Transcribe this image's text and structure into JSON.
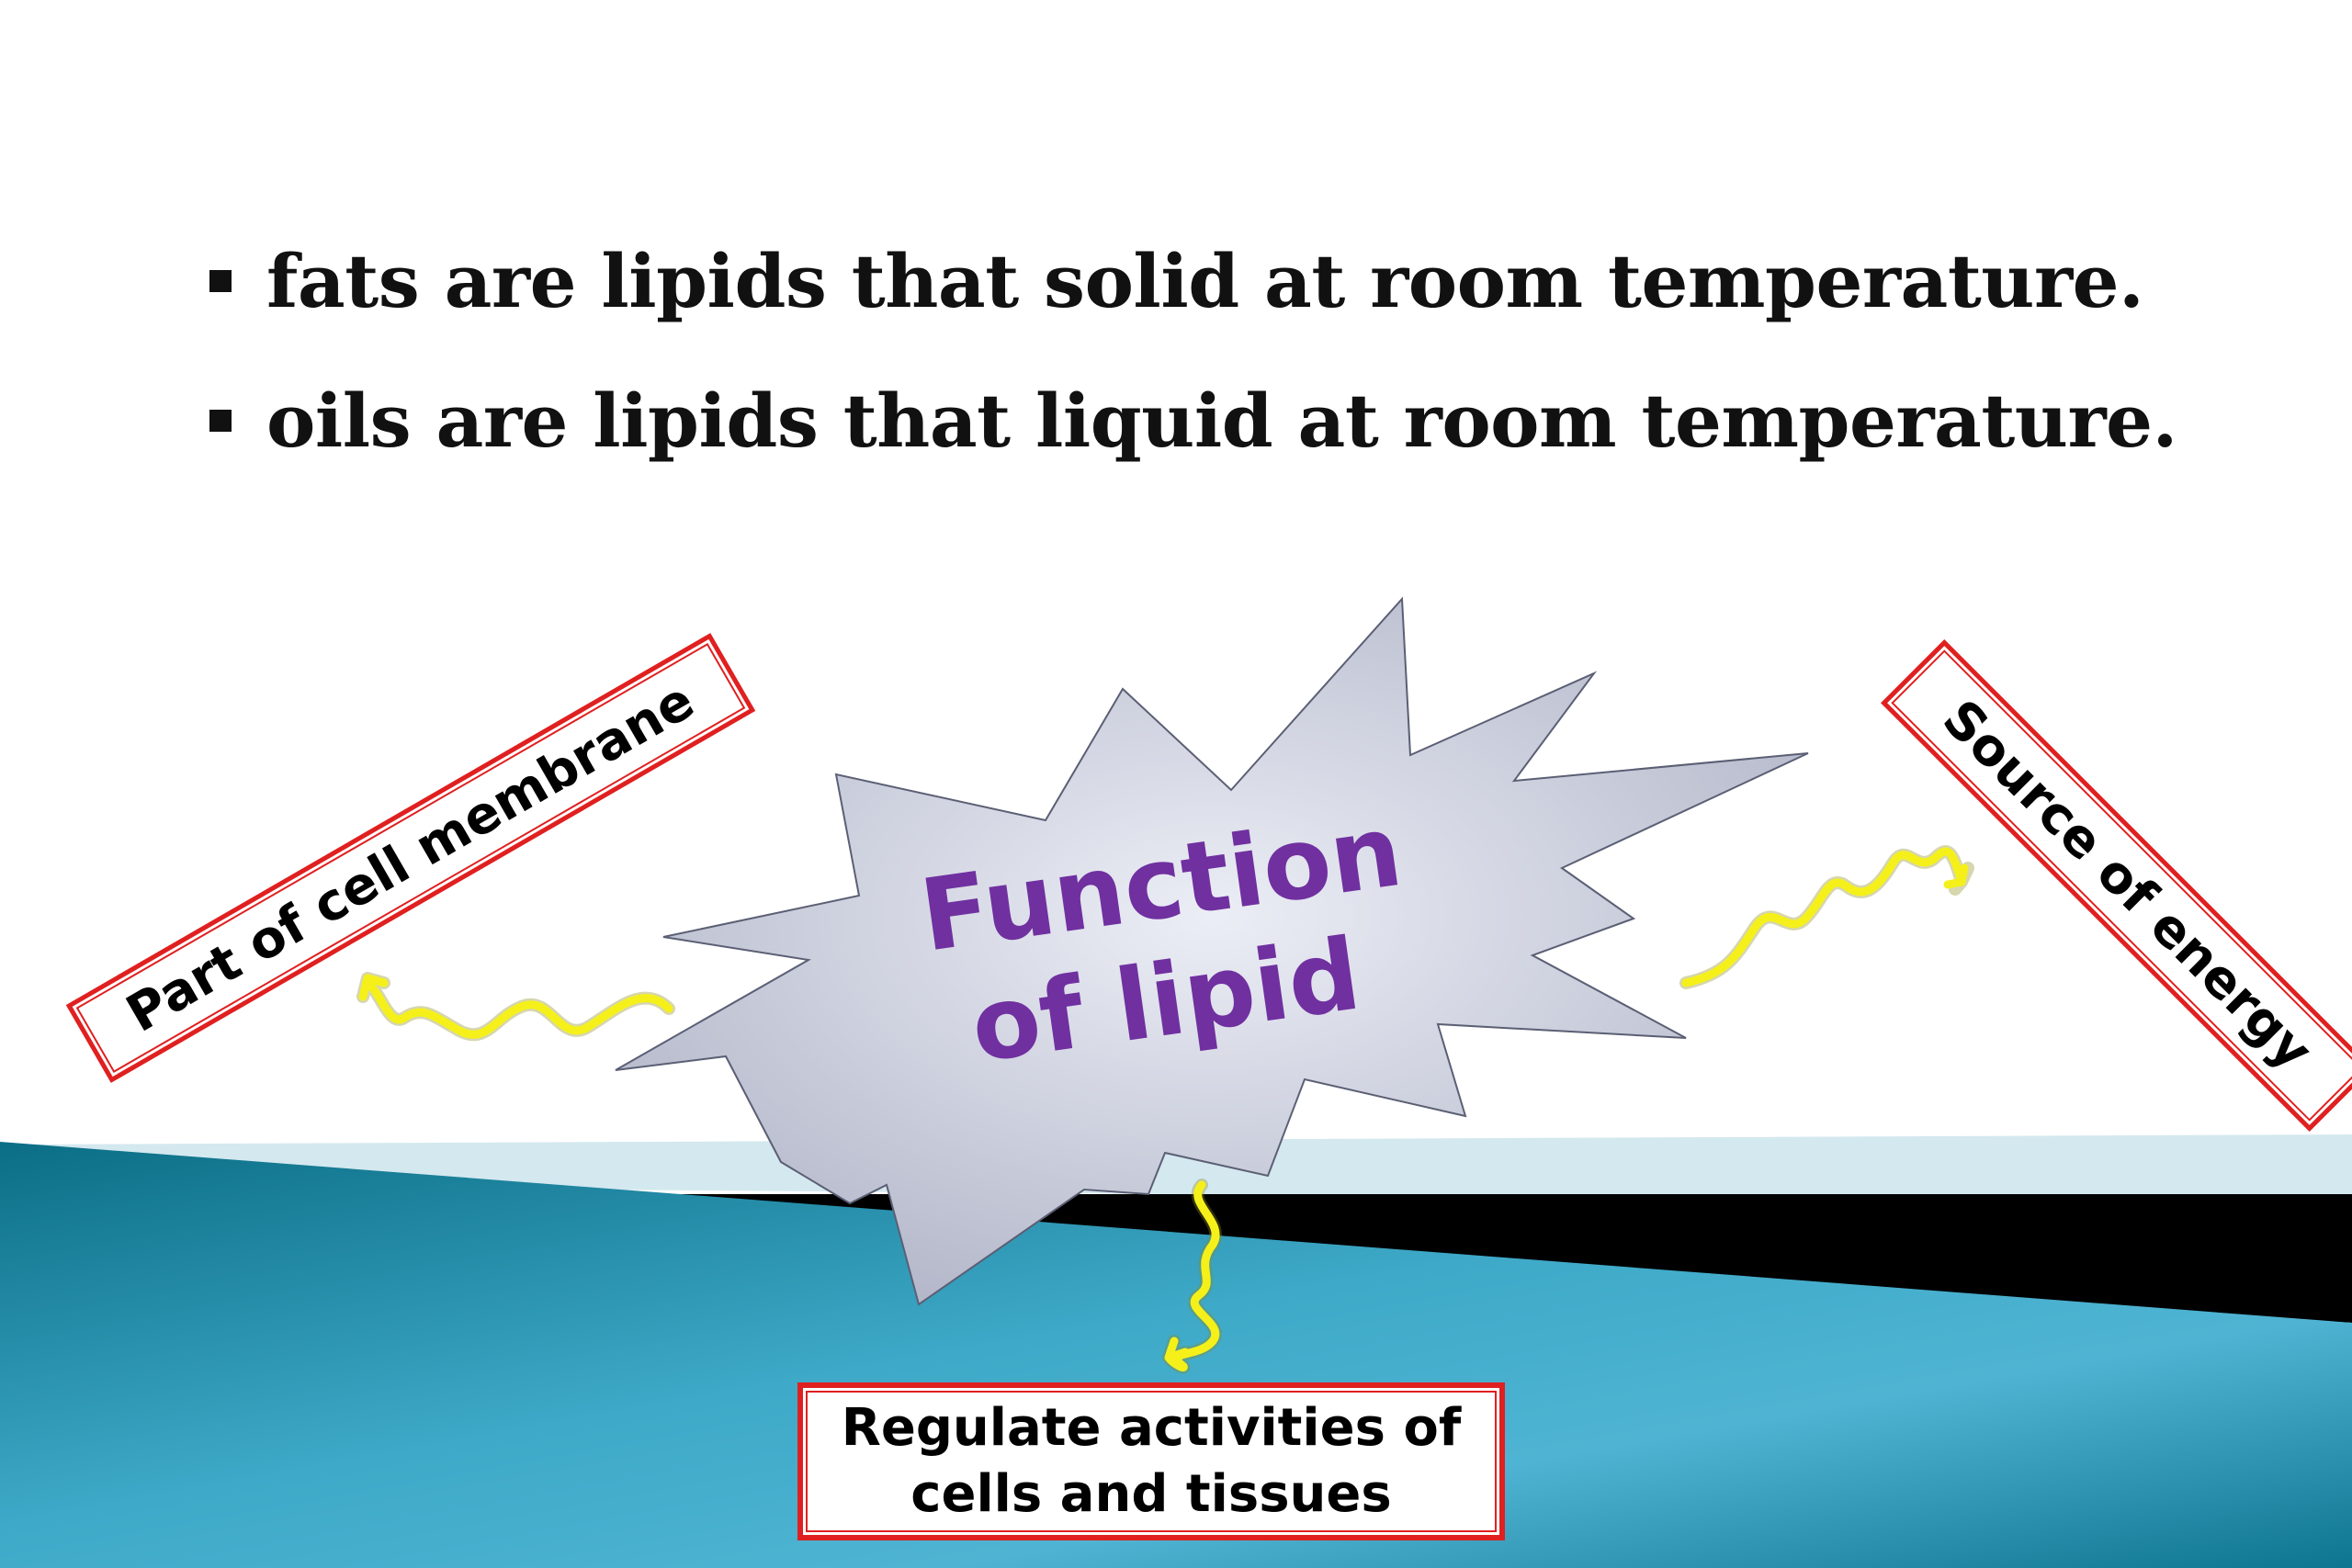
{
  "slide": {
    "bullets": [
      "fats are lipids that solid at room temperature.",
      "oils are lipids that liquid at room temperature."
    ],
    "center_label": {
      "line1": "Function",
      "line2": "of lipid"
    },
    "labels": {
      "membrane": "Part of cell membrane",
      "energy": "Source of energy",
      "regulate_line1": "Regulate activities of",
      "regulate_line2": "cells and tissues"
    },
    "colors": {
      "title_text": "#7030a0",
      "box_border": "#e02020",
      "arrow": "#f5f01a",
      "burst_fill": "#c4c7d6",
      "band_dark": "#0b6e86",
      "band_light": "#4fb4d3",
      "band_black": "#000000",
      "band_pale": "#d4e8ef"
    }
  }
}
